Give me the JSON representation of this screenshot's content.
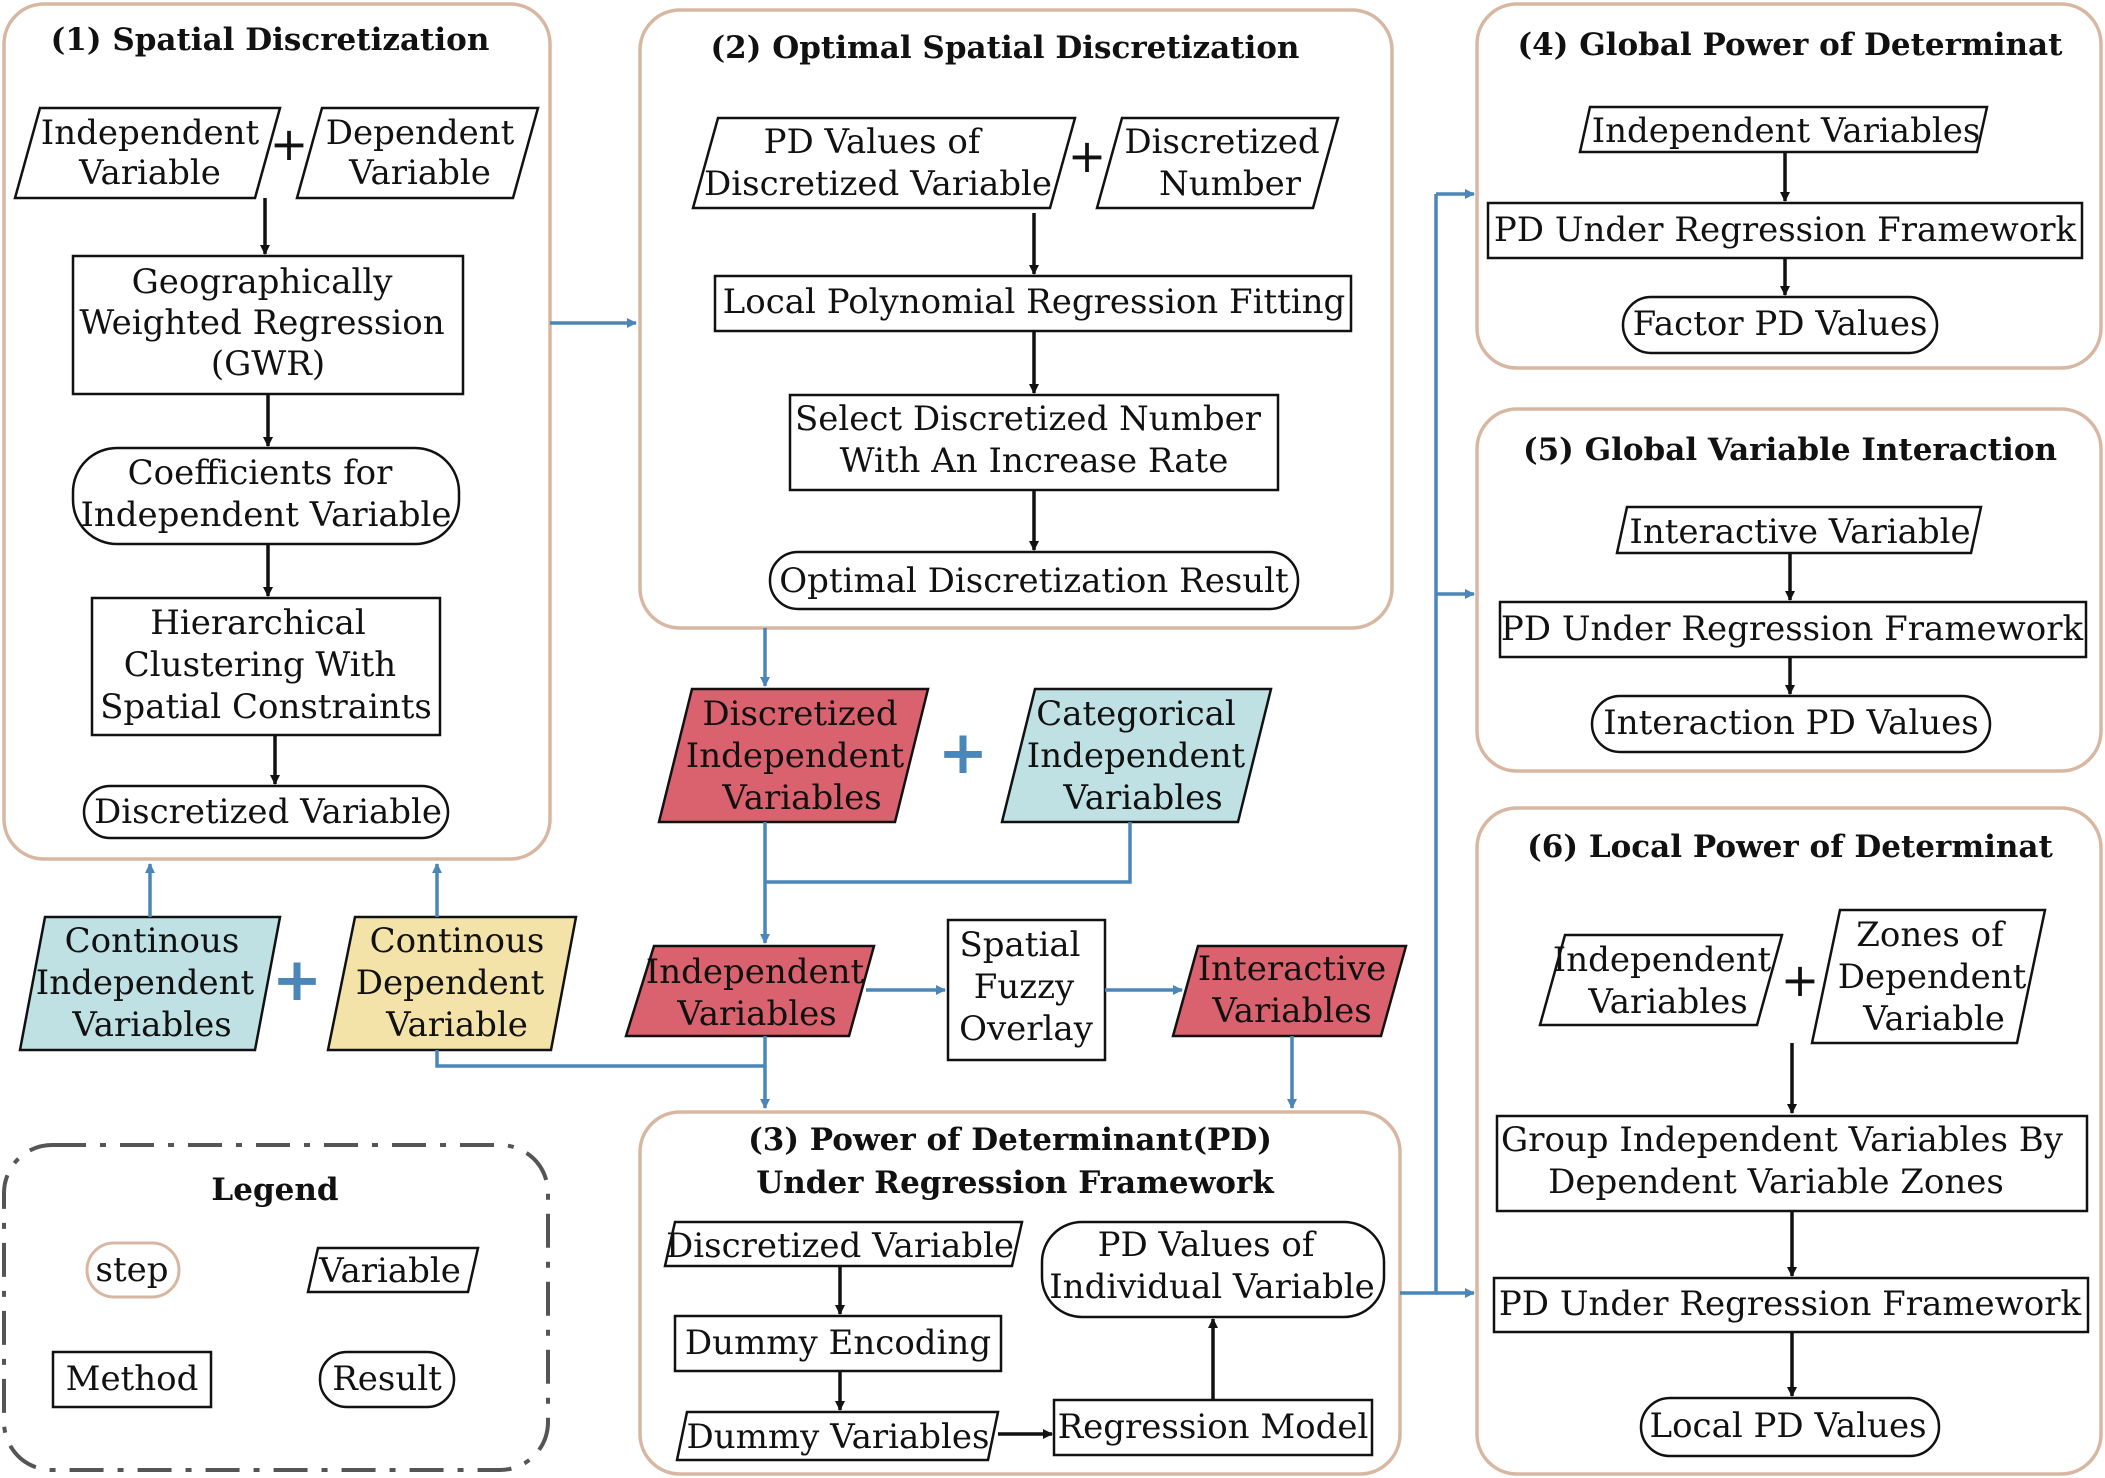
{
  "panels": {
    "p1_title": "(1) Spatial Discretization",
    "p2_title": "(2) Optimal Spatial Discretization",
    "p3_title_line1": "(3) Power of Determinant(PD)",
    "p3_title_line2": "Under Regression Framework",
    "p4_title": "(4) Global Power of Determinat",
    "p5_title": "(5) Global Variable Interaction",
    "p6_title": "(6) Local Power of Determinat",
    "legend_title": "Legend"
  },
  "p1": {
    "independent": [
      "Independent",
      "Variable"
    ],
    "dependent": [
      "Dependent",
      "Variable"
    ],
    "gwr": [
      "Geographically",
      "Weighted Regression",
      "(GWR)"
    ],
    "coefficients": [
      "Coefficients for",
      "Independent Variable"
    ],
    "clustering": [
      "Hierarchical",
      "Clustering With",
      "Spatial Constraints"
    ],
    "discretized": "Discretized Variable"
  },
  "p2": {
    "pd_values": [
      "PD Values of",
      "Discretized Variable"
    ],
    "disc_number": [
      "Discretized",
      "Number"
    ],
    "local_poly": "Local Polynomial Regression Fitting",
    "select": [
      "Select Discretized Number",
      "With An Increase Rate"
    ],
    "optimal": "Optimal Discretization Result"
  },
  "p3": {
    "discretized": "Discretized Variable",
    "dummy_encoding": "Dummy Encoding",
    "dummy_variables": "Dummy Variables",
    "regression_model": "Regression Model",
    "pd_individual": [
      "PD Values of",
      "Individual Variable"
    ]
  },
  "p4": {
    "independent": "Independent Variables",
    "pd_framework": "PD Under Regression Framework",
    "factor_pd": "Factor PD Values"
  },
  "p5": {
    "interactive": "Interactive Variable",
    "pd_framework": "PD Under Regression Framework",
    "interaction_pd": "Interaction PD Values"
  },
  "p6": {
    "independent": [
      "Independent",
      "Variables"
    ],
    "zones": [
      "Zones of",
      "Dependent",
      "Variable"
    ],
    "group": [
      "Group Independent Variables By",
      "Dependent Variable Zones"
    ],
    "pd_framework": "PD Under Regression Framework",
    "local_pd": "Local PD Values"
  },
  "middle": {
    "disc_indep": [
      "Discretized",
      "Independent",
      "Variables"
    ],
    "categorical": [
      "Categorical",
      "Independent",
      "Variables"
    ],
    "indep_vars": [
      "Independent",
      "Variables"
    ],
    "fuzzy": [
      "Spatial",
      "Fuzzy",
      "Overlay"
    ],
    "interactive_vars": [
      "Interactive",
      "Variables"
    ],
    "cont_indep": [
      "Continous",
      "Independent",
      "Variables"
    ],
    "cont_dep": [
      "Continous",
      "Dependent",
      "Variable"
    ]
  },
  "legend": {
    "step": "step",
    "variable": "Variable",
    "method": "Method",
    "result": "Result"
  },
  "symbols": {
    "plus": "+"
  },
  "colors": {
    "panel_border": "#d8b7a2",
    "arrow_blue": "#4a86b8",
    "red_fill": "#d9626e",
    "teal_fill": "#bfe1e3",
    "cream_fill": "#f3e3a8"
  }
}
